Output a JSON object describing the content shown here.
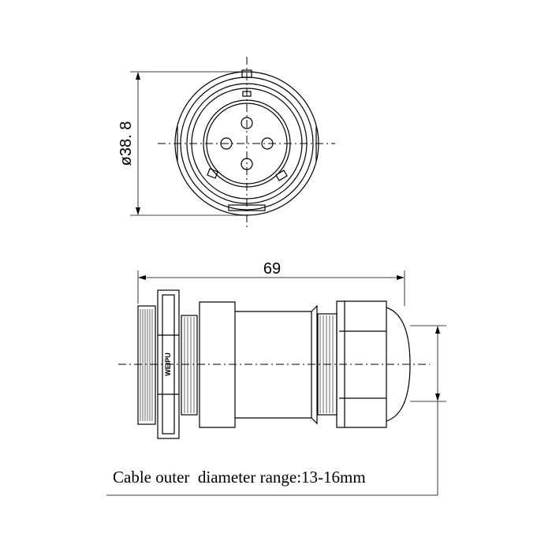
{
  "front_view": {
    "diameter_label": "ø38. 8"
  },
  "side_view": {
    "length_label": "69",
    "brand_mark": "WEIPU"
  },
  "caption": "Cable outer  diameter range:13-16mm",
  "colors": {
    "line": "#000000",
    "background": "#ffffff"
  }
}
